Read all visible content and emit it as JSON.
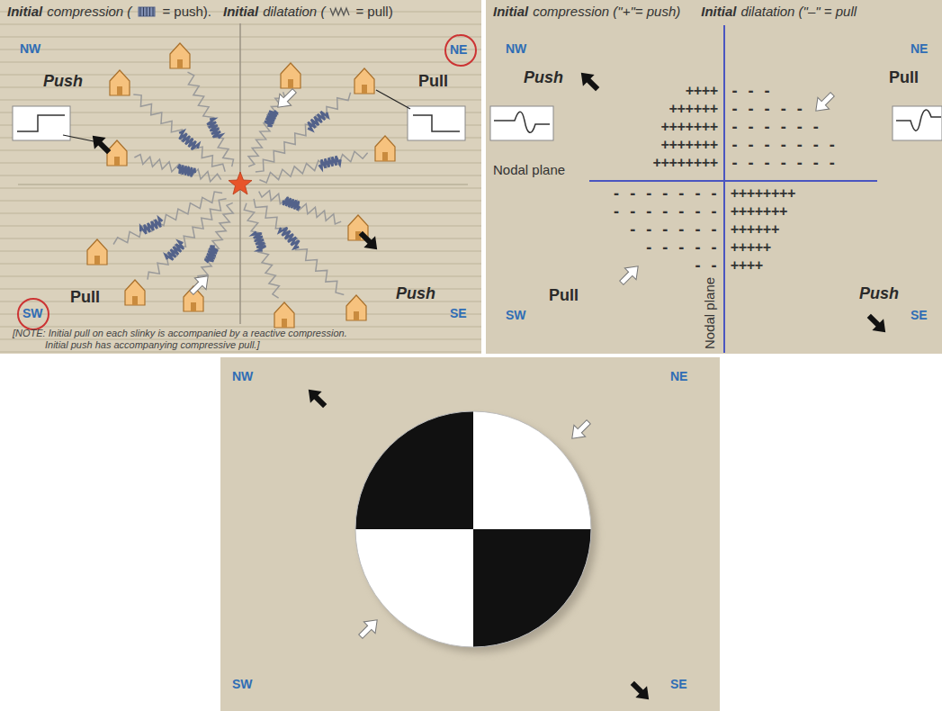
{
  "diagram": {
    "labels": [
      "Initial",
      "compression (",
      "= push).",
      "Initial",
      "dilatation (",
      "= pull)",
      "NW",
      "NE",
      "Push",
      "Pull",
      "Pull",
      "Push",
      "SW",
      "SE",
      "[NOTE: Initial pull on each slinky is accompanied by a reactive compression.",
      "Initial push has accompanying compressive pull.]",
      "Initial",
      "compression (\"+\"= push)",
      "Initial",
      "dilatation (\"–\" = pull",
      "NW",
      "NE",
      "Push",
      "Pull",
      "Nodal plane",
      "++++",
      "++++++",
      "+++++++",
      "+++++++",
      "++++++++",
      "- - -",
      "- - - - -",
      "- - - - - -",
      "- - - - - - -",
      "- - - - - - -",
      "- - - - - - -",
      "- - - - - - -",
      "- - - - - -",
      "- - - - -",
      "- -",
      "++++++++",
      "+++++++",
      "++++++",
      "+++++",
      "++++",
      "Nodal plane",
      "Pull",
      "Push",
      "SW",
      "SE",
      "NW",
      "NE",
      "SW",
      "SE"
    ]
  }
}
